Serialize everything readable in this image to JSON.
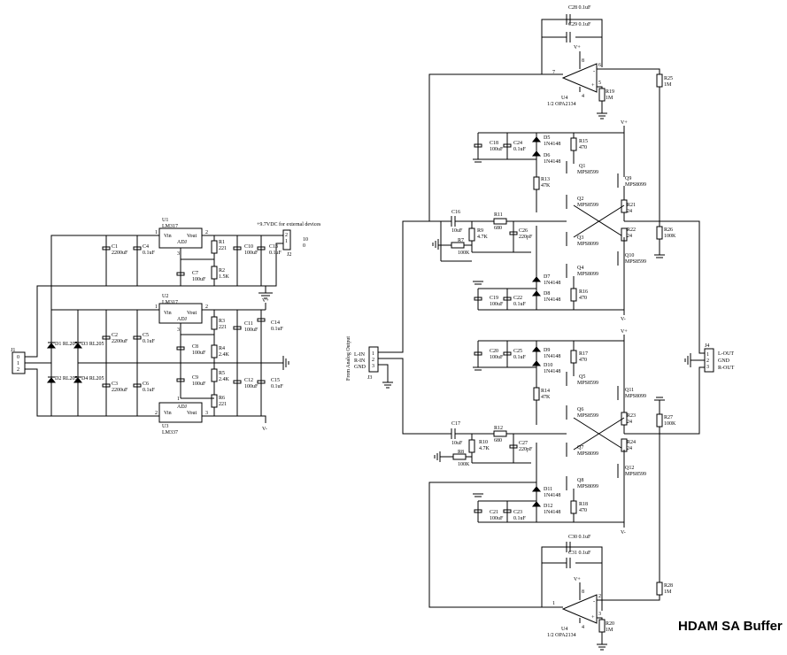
{
  "title": "HDAM SA Buffer",
  "power_supply": {
    "regulators": [
      {
        "ref": "U1",
        "part": "LM317",
        "vin": "Vin",
        "vout": "Vout",
        "adj": "ADJ",
        "pin_in": "1",
        "pin_out": "2",
        "pin_adj": "3"
      },
      {
        "ref": "U2",
        "part": "LM317",
        "vin": "Vin",
        "vout": "Vout",
        "adj": "ADJ",
        "pin_in": "1",
        "pin_out": "2",
        "pin_adj": "3"
      },
      {
        "ref": "U3",
        "part": "LM337",
        "vin": "Vin",
        "vout": "Vout",
        "adj": "ADJ",
        "pin_in": "2",
        "pin_out": "3",
        "pin_adj": "1"
      }
    ],
    "external_note": "+9.7VDC for external devices",
    "j2": {
      "ref": "J2",
      "pins": [
        "2",
        "1",
        "0"
      ],
      "label": "10"
    },
    "j1": {
      "ref": "J1",
      "pins": [
        "0",
        "1",
        "2"
      ]
    },
    "diodes": [
      "D1 RL205",
      "D2 RL205",
      "D3 RL205",
      "D4 RL205"
    ],
    "caps": [
      {
        "ref": "C1",
        "val": "2200uF"
      },
      {
        "ref": "C4",
        "val": "0.1uF"
      },
      {
        "ref": "C7",
        "val": "100uF"
      },
      {
        "ref": "C10",
        "val": "100uF"
      },
      {
        "ref": "C13",
        "val": "0.1uF"
      },
      {
        "ref": "C2",
        "val": "2200uF"
      },
      {
        "ref": "C5",
        "val": "0.1uF"
      },
      {
        "ref": "C3",
        "val": "2200uF"
      },
      {
        "ref": "C6",
        "val": "0.1uF"
      },
      {
        "ref": "C8",
        "val": "100uF"
      },
      {
        "ref": "C9",
        "val": "100uF"
      },
      {
        "ref": "C11",
        "val": "100uF"
      },
      {
        "ref": "C12",
        "val": "100uF"
      },
      {
        "ref": "C14",
        "val": "0.1uF"
      },
      {
        "ref": "C15",
        "val": "0.1uF"
      }
    ],
    "resistors": [
      {
        "ref": "R1",
        "val": "221"
      },
      {
        "ref": "R2",
        "val": "1.5K"
      },
      {
        "ref": "R3",
        "val": "221"
      },
      {
        "ref": "R4",
        "val": "2.4K"
      },
      {
        "ref": "R5",
        "val": "2.4K"
      },
      {
        "ref": "R6",
        "val": "221"
      }
    ],
    "rail_pos": "V+",
    "rail_neg": "V-"
  },
  "input_connector": {
    "ref": "J3",
    "label_side": "From Analog Output",
    "lines": [
      "L-IN",
      "R-IN",
      "GND"
    ],
    "pins": [
      "1",
      "2",
      "3"
    ]
  },
  "output_connector": {
    "ref": "J4",
    "lines": [
      "L-OUT",
      "GND",
      "R-OUT"
    ],
    "pins": [
      "1",
      "2",
      "3"
    ]
  },
  "top_channel": {
    "feedback_caps": [
      "C28 0.1uF",
      "C29 0.1uF"
    ],
    "opamp": {
      "ref": "U4",
      "part": "1/2 OPA2134",
      "pins": [
        "7",
        "6",
        "5",
        "8",
        "4"
      ]
    },
    "r19": [
      "R19",
      "1M"
    ],
    "r25": [
      "R25",
      "1M"
    ],
    "c18": [
      "C18",
      "100uF"
    ],
    "c24": [
      "C24",
      "0.1uF"
    ],
    "d5": [
      "D5",
      "1N4148"
    ],
    "d6": [
      "D6",
      "1N4148"
    ],
    "r15": [
      "R15",
      "470"
    ],
    "q1": [
      "Q1",
      "MPS8599"
    ],
    "r13": [
      "R13",
      "47K"
    ],
    "q9": [
      "Q9",
      "MPS8099"
    ],
    "q2": [
      "Q2",
      "MPS8599"
    ],
    "r21": [
      "R21",
      "24"
    ],
    "c16": [
      "C16",
      "10uF"
    ],
    "r11": [
      "R11",
      "680"
    ],
    "r9": [
      "R9",
      "4.7K"
    ],
    "c26": [
      "C26",
      "220pF"
    ],
    "r7": [
      "R7",
      "100K"
    ],
    "q3": [
      "Q3",
      "MPS8099"
    ],
    "r22": [
      "R22",
      "24"
    ],
    "r26": [
      "R26",
      "100K"
    ],
    "q10": [
      "Q10",
      "MPS8599"
    ],
    "q4": [
      "Q4",
      "MPS8099"
    ],
    "d7": [
      "D7",
      "1N4148"
    ],
    "d8": [
      "D8",
      "1N4148"
    ],
    "r16": [
      "R16",
      "470"
    ],
    "c19": [
      "C19",
      "100uF"
    ],
    "c22": [
      "C22",
      "0.1uF"
    ]
  },
  "bottom_channel": {
    "c20": [
      "C20",
      "100uF"
    ],
    "c25": [
      "C25",
      "0.1uF"
    ],
    "d9": [
      "D9",
      "1N4148"
    ],
    "d10": [
      "D10",
      "1N4148"
    ],
    "r17": [
      "R17",
      "470"
    ],
    "q5": [
      "Q5",
      "MPS8599"
    ],
    "r14": [
      "R14",
      "47K"
    ],
    "q11": [
      "Q11",
      "MPS8099"
    ],
    "q6": [
      "Q6",
      "MPS8599"
    ],
    "r23": [
      "R23",
      "24"
    ],
    "r27": [
      "R27",
      "100K"
    ],
    "c17": [
      "C17",
      "10uF"
    ],
    "r12": [
      "R12",
      "680"
    ],
    "r10": [
      "R10",
      "4.7K"
    ],
    "c27": [
      "C27",
      "220pF"
    ],
    "r8": [
      "R8",
      "100K"
    ],
    "q7": [
      "Q7",
      "MPS8099"
    ],
    "r24": [
      "R24",
      "24"
    ],
    "q12": [
      "Q12",
      "MPS8599"
    ],
    "q8": [
      "Q8",
      "MPS8099"
    ],
    "d11": [
      "D11",
      "1N4148"
    ],
    "d12": [
      "D12",
      "1N4148"
    ],
    "r18": [
      "R18",
      "470"
    ],
    "c21": [
      "C21",
      "100uF"
    ],
    "c23": [
      "C23",
      "0.1uF"
    ],
    "feedback_caps": [
      "C30 0.1uF",
      "C31 0.1uF"
    ],
    "r28": [
      "R28",
      "1M"
    ],
    "opamp": {
      "ref": "U4",
      "part": "1/2 OPA2134",
      "pins": [
        "1",
        "2",
        "3",
        "8",
        "4"
      ]
    },
    "r20": [
      "R20",
      "1M"
    ]
  },
  "colors": {
    "ink": "#000000",
    "background": "#ffffff"
  }
}
